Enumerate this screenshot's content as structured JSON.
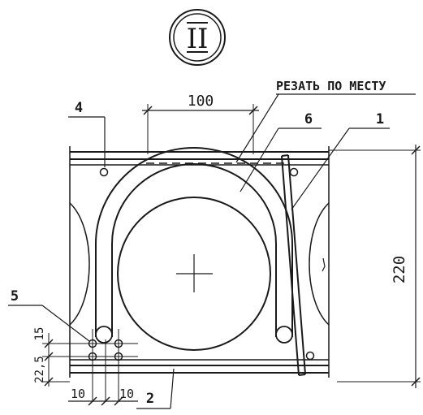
{
  "section_mark": "II",
  "note": "РЕЗАТЬ ПО МЕСТУ",
  "callouts": {
    "p1": "1",
    "p2": "2",
    "p4": "4",
    "p5": "5",
    "p6": "6"
  },
  "dimensions": {
    "top_width": "100",
    "height": "220",
    "spacing_15": "15",
    "spacing_22_5": "22,5",
    "bottom_left": "10",
    "bottom_right": "10"
  }
}
